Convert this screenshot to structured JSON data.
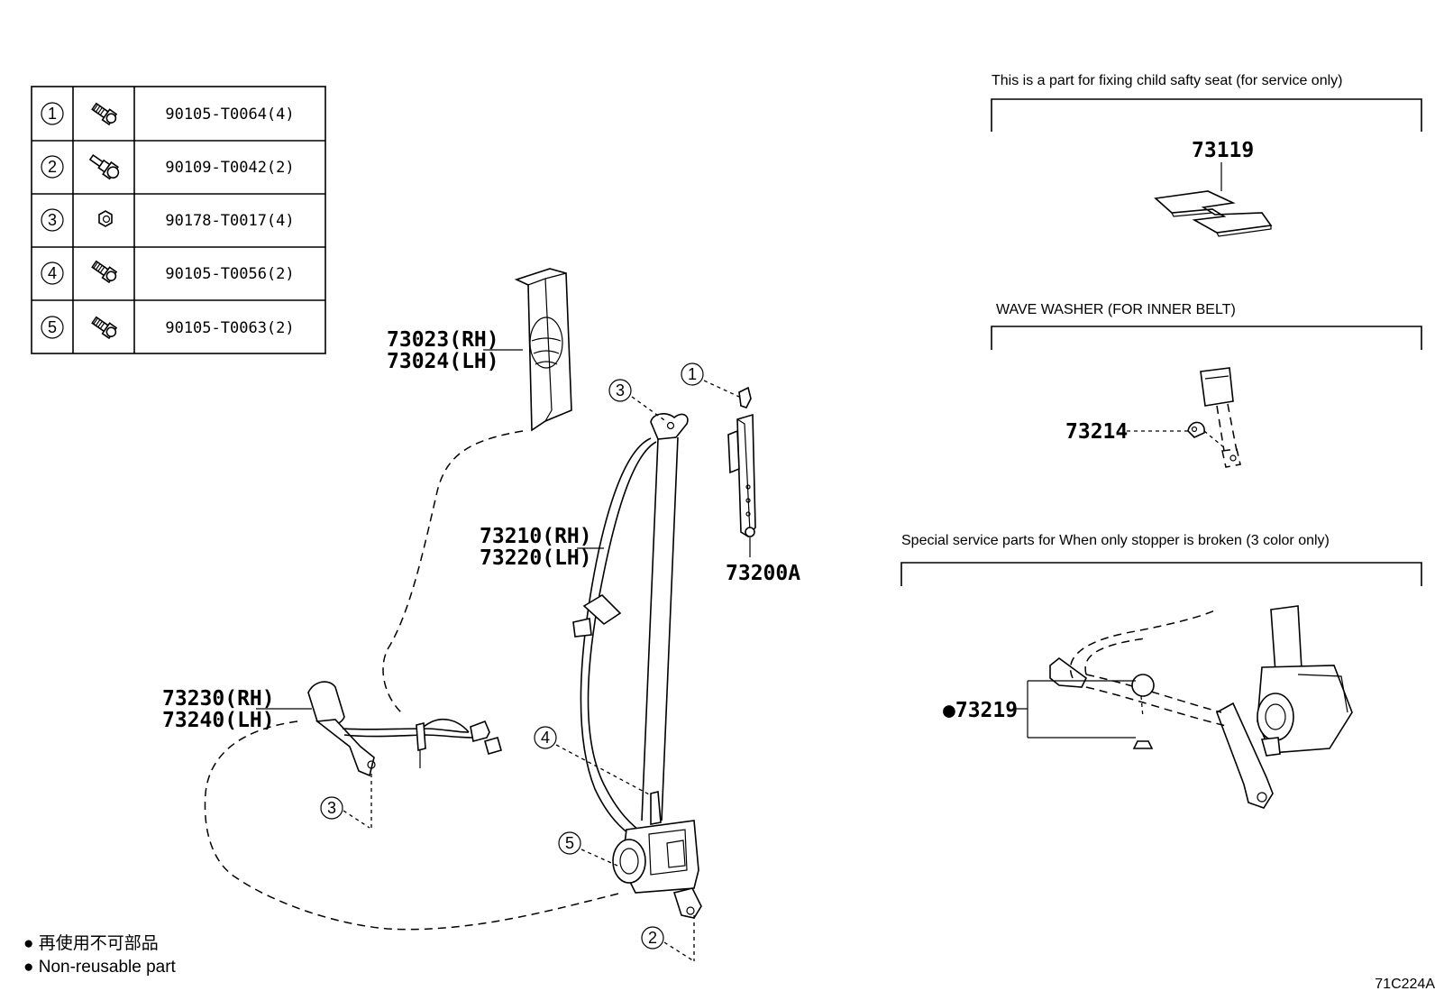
{
  "fastener_table": [
    {
      "num": "1",
      "code": "90105-T0064(4)",
      "icon": "bolt-icon"
    },
    {
      "num": "2",
      "code": "90109-T0042(2)",
      "icon": "stud-bolt-icon"
    },
    {
      "num": "3",
      "code": "90178-T0017(4)",
      "icon": "nut-icon"
    },
    {
      "num": "4",
      "code": "90105-T0056(2)",
      "icon": "bolt-icon"
    },
    {
      "num": "5",
      "code": "90105-T0063(2)",
      "icon": "bolt-icon"
    }
  ],
  "parts": {
    "pillar_cover_rh": "73023(RH)",
    "pillar_cover_lh": "73024(LH)",
    "belt_rh": "73210(RH)",
    "belt_lh": "73220(LH)",
    "adjuster": "73200A",
    "buckle_rh": "73230(RH)",
    "buckle_lh": "73240(LH)",
    "child_seat_part": "73119",
    "wave_washer": "73214",
    "stopper": "●73219"
  },
  "callouts": {
    "c1": "1",
    "c2": "2",
    "c3a": "3",
    "c3b": "3",
    "c4": "4",
    "c5": "5"
  },
  "notes": {
    "child_seat": "This is a part for fixing child safty seat (for service only)",
    "wave_washer": "WAVE WASHER (FOR INNER BELT)",
    "stopper": "Special service parts for When only stopper is broken (3 color only)"
  },
  "legend": {
    "line1": "● 再使用不可部品",
    "line2": "● Non-reusable part"
  },
  "diagram_code": "71C224A"
}
